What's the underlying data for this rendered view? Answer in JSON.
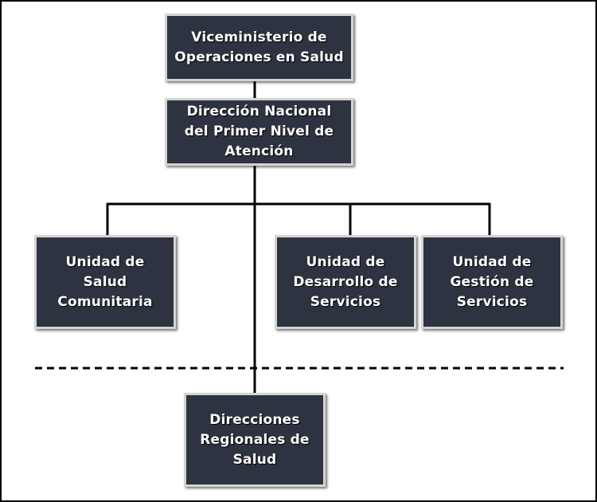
{
  "nodes": {
    "viceministerio": "Viceministerio de Operaciones en Salud",
    "direccion_nacional": "Dirección Nacional del Primer Nivel de Atención",
    "unidad_salud_comunitaria": "Unidad de Salud Comunitaria",
    "unidad_desarrollo_servicios": "Unidad de Desarrollo de Servicios",
    "unidad_gestion_servicios": "Unidad de Gestión de Servicios",
    "direcciones_regionales": "Direcciones Regionales de Salud"
  },
  "colors": {
    "box_fill": "#2d3340",
    "box_border": "#d4d4d4",
    "box_text": "#ffffff",
    "line": "#000000"
  }
}
